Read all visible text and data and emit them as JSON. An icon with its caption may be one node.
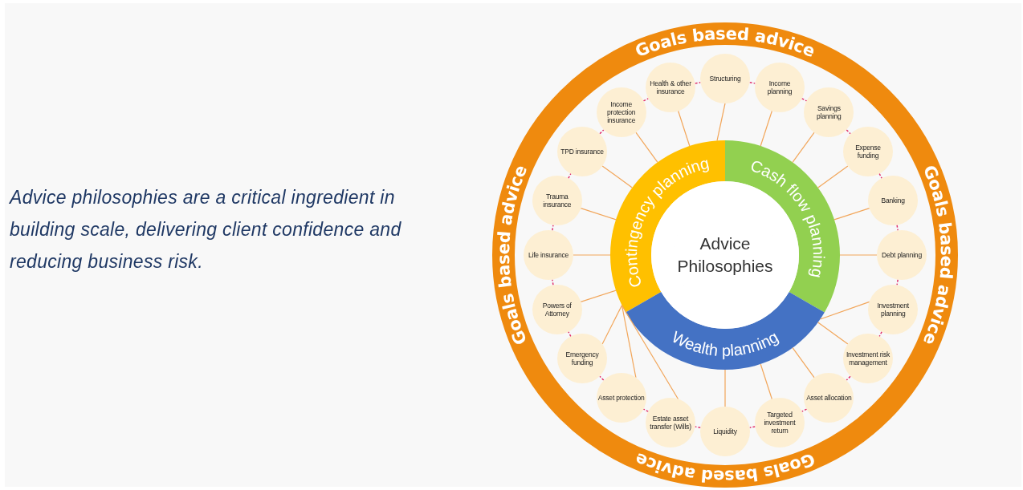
{
  "diagram": {
    "nodes": [
      {
        "text": [
          "Goals based advice",
          "Goals based advice",
          "Goals based advice",
          "Goals based advice"
        ]
      },
      {
        "text": [
          "Advice Philosophies"
        ],
        "in": 0
      },
      {
        "text": [
          "Contingency planning"
        ],
        "in": 0
      },
      {
        "text": [
          "Cash flow planning"
        ],
        "in": 0
      },
      {
        "text": [
          "Wealth planning"
        ],
        "in": 0
      },
      {
        "text": [
          "Structuring"
        ],
        "in": 0
      },
      {
        "text": [
          "Income planning"
        ],
        "in": 0
      },
      {
        "text": [
          "Savings planning"
        ],
        "in": 0
      },
      {
        "text": [
          "Expense funding"
        ],
        "in": 0
      },
      {
        "text": [
          "Banking"
        ],
        "in": 0
      },
      {
        "text": [
          "Debt planning"
        ],
        "in": 0
      },
      {
        "text": [
          "Investment planning"
        ],
        "in": 0
      },
      {
        "text": [
          "Investment risk management"
        ],
        "in": 0
      },
      {
        "text": [
          "Asset allocation"
        ],
        "in": 0
      },
      {
        "text": [
          "Targeted investment return"
        ],
        "in": 0
      },
      {
        "text": [
          "Liquidity"
        ],
        "in": 0
      },
      {
        "text": [
          "Estate asset transfer (Wills)"
        ],
        "in": 0
      },
      {
        "text": [
          "Asset protection"
        ],
        "in": 0
      },
      {
        "text": [
          "Emergency funding"
        ],
        "in": 0
      },
      {
        "text": [
          "Powers of Attorney"
        ],
        "in": 0
      },
      {
        "text": [
          "Life insurance"
        ],
        "in": 0
      },
      {
        "text": [
          "Trauma insurance"
        ],
        "in": 0
      },
      {
        "text": [
          "TPD insurance"
        ],
        "in": 0
      },
      {
        "text": [
          "Income protection insurance"
        ],
        "in": 0
      },
      {
        "text": [
          "Health & other insurance"
        ],
        "in": 0
      }
    ],
    "edges": [
      {
        "from": 5,
        "to": 2,
        "arrow": "none"
      },
      {
        "from": 6,
        "to": 3,
        "arrow": "none"
      },
      {
        "from": 7,
        "to": 3,
        "arrow": "none"
      },
      {
        "from": 8,
        "to": 3,
        "arrow": "none"
      },
      {
        "from": 9,
        "to": 3,
        "arrow": "none"
      },
      {
        "from": 10,
        "to": 3,
        "arrow": "none"
      },
      {
        "from": 11,
        "to": 4,
        "arrow": "none"
      },
      {
        "from": 12,
        "to": 4,
        "arrow": "none"
      },
      {
        "from": 13,
        "to": 4,
        "arrow": "none"
      },
      {
        "from": 14,
        "to": 4,
        "arrow": "none"
      },
      {
        "from": 15,
        "to": 4,
        "arrow": "none"
      },
      {
        "from": 16,
        "to": 2,
        "arrow": "none"
      },
      {
        "from": 17,
        "to": 2,
        "arrow": "none"
      },
      {
        "from": 18,
        "to": 2,
        "arrow": "none"
      },
      {
        "from": 19,
        "to": 2,
        "arrow": "none"
      },
      {
        "from": 20,
        "to": 2,
        "arrow": "none"
      },
      {
        "from": 21,
        "to": 2,
        "arrow": "none"
      },
      {
        "from": 22,
        "to": 2,
        "arrow": "none"
      },
      {
        "from": 23,
        "to": 2,
        "arrow": "none"
      },
      {
        "from": 24,
        "to": 2,
        "arrow": "none"
      },
      {
        "from": 5,
        "to": 6,
        "arrow": "none",
        "style": "dashed",
        "color": "#e0306a"
      },
      {
        "from": 6,
        "to": 7,
        "arrow": "none",
        "style": "dashed",
        "color": "#e0306a"
      },
      {
        "from": 7,
        "to": 8,
        "arrow": "none",
        "style": "dashed",
        "color": "#e0306a"
      },
      {
        "from": 8,
        "to": 9,
        "arrow": "none",
        "style": "dashed",
        "color": "#e0306a"
      },
      {
        "from": 9,
        "to": 10,
        "arrow": "none",
        "style": "dashed",
        "color": "#e0306a"
      },
      {
        "from": 10,
        "to": 11,
        "arrow": "none",
        "style": "dashed",
        "color": "#e0306a"
      },
      {
        "from": 11,
        "to": 12,
        "arrow": "none",
        "style": "dashed",
        "color": "#e0306a"
      },
      {
        "from": 12,
        "to": 13,
        "arrow": "none",
        "style": "dashed",
        "color": "#e0306a"
      },
      {
        "from": 13,
        "to": 14,
        "arrow": "none",
        "style": "dashed",
        "color": "#e0306a"
      },
      {
        "from": 14,
        "to": 15,
        "arrow": "none",
        "style": "dashed",
        "color": "#e0306a"
      },
      {
        "from": 15,
        "to": 16,
        "arrow": "none",
        "style": "dashed",
        "color": "#e0306a"
      },
      {
        "from": 16,
        "to": 17,
        "arrow": "none",
        "style": "dashed",
        "color": "#e0306a"
      },
      {
        "from": 17,
        "to": 18,
        "arrow": "none",
        "style": "dashed",
        "color": "#e0306a"
      },
      {
        "from": 18,
        "to": 19,
        "arrow": "none",
        "style": "dashed",
        "color": "#e0306a"
      },
      {
        "from": 19,
        "to": 20,
        "arrow": "none",
        "style": "dashed",
        "color": "#e0306a"
      },
      {
        "from": 20,
        "to": 21,
        "arrow": "none",
        "style": "dashed",
        "color": "#e0306a"
      },
      {
        "from": 21,
        "to": 22,
        "arrow": "none",
        "style": "dashed",
        "color": "#e0306a"
      },
      {
        "from": 22,
        "to": 23,
        "arrow": "none",
        "style": "dashed",
        "color": "#e0306a"
      },
      {
        "from": 23,
        "to": 24,
        "arrow": "none",
        "style": "dashed",
        "color": "#e0306a"
      },
      {
        "from": 24,
        "to": 5,
        "arrow": "none",
        "style": "dashed",
        "color": "#e0306a"
      }
    ],
    "labels": [
      "Advice philosophies are a critical ingredient in building scale, delivering client confidence and reducing business risk."
    ]
  }
}
